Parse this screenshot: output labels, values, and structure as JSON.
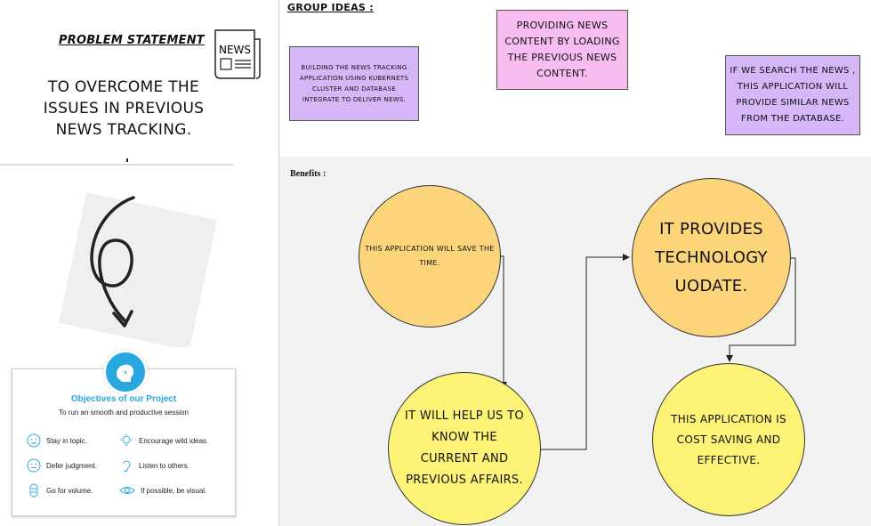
{
  "left": {
    "problem_title": "PROBLEM STATEMENT",
    "problem_text": "TO OVERCOME THE ISSUES IN PREVIOUS NEWS TRACKING.",
    "news_icon_label": "NEWS"
  },
  "objectives": {
    "title": "Objectives of our Project",
    "subtitle": "To run an smooth and productive session",
    "rules": [
      {
        "label": "Stay in topic.",
        "icon": "smile-icon"
      },
      {
        "label": "Encourage wild ideas.",
        "icon": "lightbulb-icon"
      },
      {
        "label": "Defer judgment.",
        "icon": "smile-icon"
      },
      {
        "label": "Listen to others.",
        "icon": "ear-icon"
      },
      {
        "label": "Go for volume.",
        "icon": "stack-icon"
      },
      {
        "label": "If possible, be visual.",
        "icon": "eye-icon"
      }
    ]
  },
  "group_ideas": {
    "label": "GROUP IDEAS :",
    "notes": [
      "BUILDING THE NEWS TRACKING APPLICATION USING KUBERNETS CLUSTER AND DATABASE INTEGRATE TO DELIVER NEWS.",
      "PROVIDING NEWS CONTENT BY LOADING THE PREVIOUS NEWS CONTENT.",
      "IF WE SEARCH THE NEWS , THIS APPLICATION WILL PROVIDE SIMILAR NEWS FROM THE DATABASE."
    ]
  },
  "benefits": {
    "label": "Benefits :",
    "items": [
      "THIS APPLICATION WILL SAVE THE TIME.",
      "IT PROVIDES TECHNOLOGY UODATE.",
      "IT WILL HELP US TO KNOW THE CURRENT AND PREVIOUS AFFAIRS.",
      "THIS APPLICATION IS COST SAVING AND EFFECTIVE."
    ]
  },
  "colors": {
    "accent_blue": "#29a8e0",
    "purple_note": "#d5b6f7",
    "pink_note": "#f7bdf0",
    "orange_circle": "#fcd57a",
    "yellow_circle": "#fcf377"
  }
}
